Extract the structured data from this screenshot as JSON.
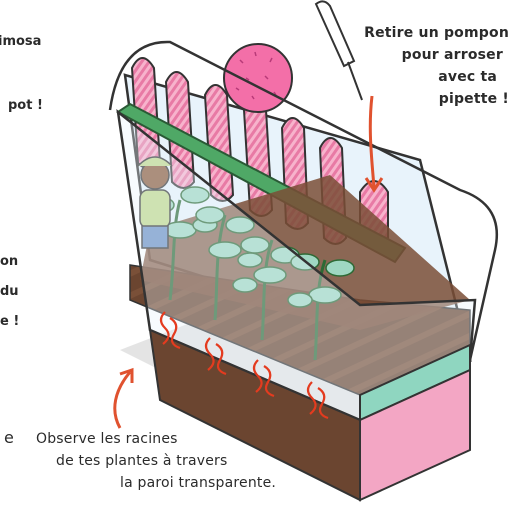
{
  "annotations": {
    "watering": {
      "lines": [
        "Retire un pompon",
        "pour arroser",
        "avec ta",
        "pipette !"
      ]
    },
    "roots": {
      "lines": [
        "Observe les racines",
        "de tes plantes à travers",
        "la paroi transparente."
      ]
    }
  },
  "left_fragments": {
    "line1": "imosa",
    "line2": "pot !",
    "line3": "on",
    "line4": "du",
    "line5": "e !",
    "line6": "e"
  },
  "colors": {
    "accent_arrow": "#e0522f",
    "lid_bar": "#4fa866",
    "soil": "#6b4530",
    "pink_base": "#f3a6c4",
    "mint_band": "#8fd6c0",
    "pompon": "#f36fa8",
    "roots": "#e43b1f"
  }
}
